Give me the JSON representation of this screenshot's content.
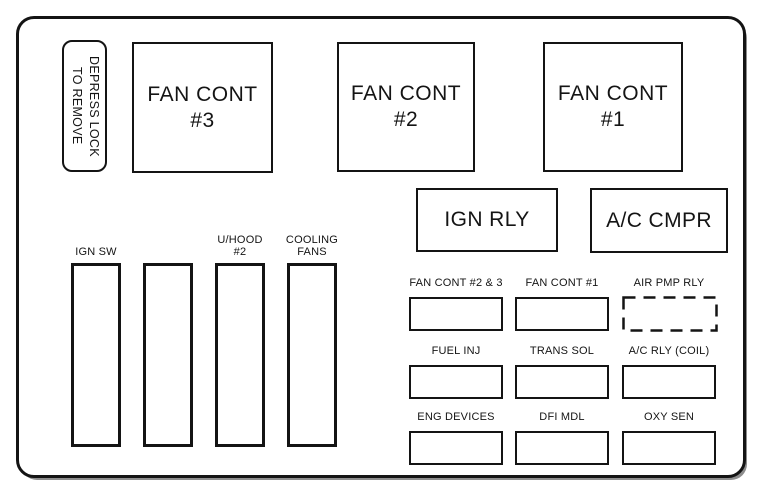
{
  "panel": {
    "depress_lock": {
      "line1": "DEPRESS LOCK",
      "line2": "TO REMOVE"
    },
    "large_relays": [
      {
        "line1": "FAN CONT",
        "line2": "#3"
      },
      {
        "line1": "FAN CONT",
        "line2": "#2"
      },
      {
        "line1": "FAN CONT",
        "line2": "#1"
      }
    ],
    "medium_relays": [
      {
        "label": "IGN RLY"
      },
      {
        "label": "A/C CMPR"
      }
    ],
    "maxi_fuses": [
      {
        "label_line1": "IGN SW",
        "label_line2": ""
      },
      {
        "label_line1": "",
        "label_line2": ""
      },
      {
        "label_line1": "U/HOOD",
        "label_line2": "#2"
      },
      {
        "label_line1": "COOLING",
        "label_line2": "FANS"
      }
    ],
    "mini_fuse_grid": {
      "rows": [
        {
          "cells": [
            {
              "label": "FAN CONT #2 & 3",
              "dashed": false
            },
            {
              "label": "FAN CONT #1",
              "dashed": false
            },
            {
              "label": "AIR PMP RLY",
              "dashed": true
            }
          ]
        },
        {
          "cells": [
            {
              "label": "FUEL INJ",
              "dashed": false
            },
            {
              "label": "TRANS SOL",
              "dashed": false
            },
            {
              "label": "A/C RLY (COIL)",
              "dashed": false
            }
          ]
        },
        {
          "cells": [
            {
              "label": "ENG DEVICES",
              "dashed": false
            },
            {
              "label": "DFI MDL",
              "dashed": false
            },
            {
              "label": "OXY SEN",
              "dashed": false
            }
          ]
        }
      ]
    }
  },
  "colors": {
    "line": "#141414",
    "background": "#ffffff",
    "shadow": "#8d8d8d"
  }
}
